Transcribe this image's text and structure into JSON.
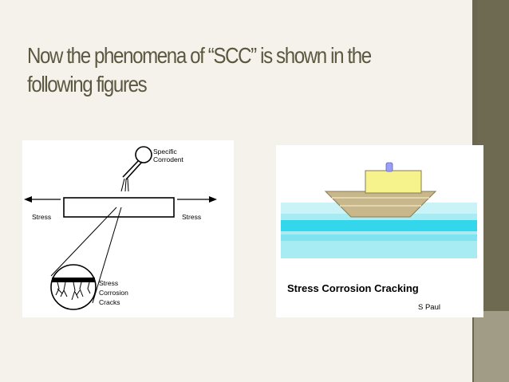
{
  "slide": {
    "title_line1": "Now the phenomena of “SCC” is shown in the",
    "title_line2": "following figures"
  },
  "figure_left": {
    "corrodent_label_line1": "Specific",
    "corrodent_label_line2": "Corrodent",
    "stress_left": "Stress",
    "stress_right": "Stress",
    "cracks_label_line1": "Stress",
    "cracks_label_line2": "Corrosion",
    "cracks_label_line3": "Cracks"
  },
  "figure_right": {
    "caption": "Stress Corrosion Cracking",
    "credit": "S Paul"
  },
  "colors": {
    "title_text": "#5c5740",
    "sidebar": "#6b6650",
    "water": "#9ee8f0",
    "water_band": "#2fd6e8",
    "hull": "#c8b98a",
    "cabin": "#f6f28a",
    "chimney": "#9a9cf0"
  }
}
